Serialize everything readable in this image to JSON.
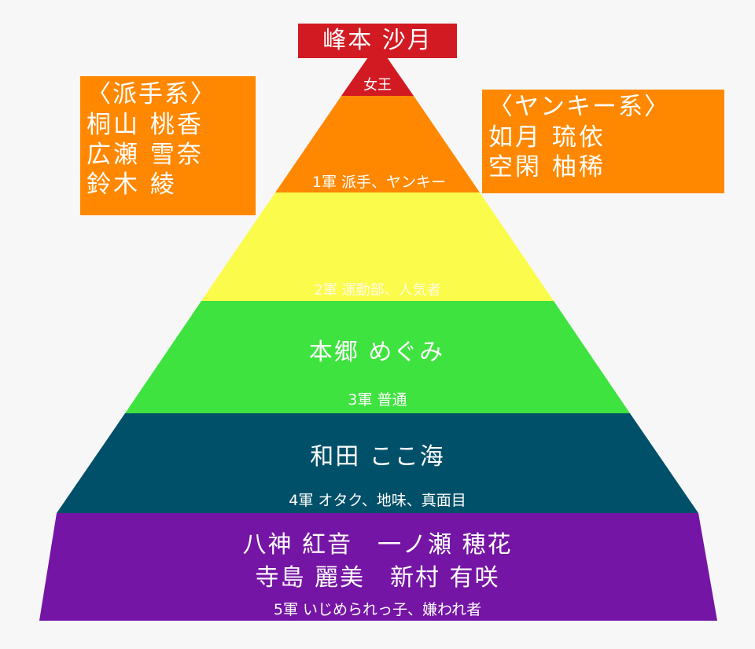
{
  "colors": {
    "queen": "#d21a22",
    "tier1": "#ff8800",
    "tier2": "#fbfb4c",
    "tier3": "#3fe33f",
    "tier4": "#00506a",
    "tier5": "#7515a5",
    "background": "#f7f7f7"
  },
  "queen": {
    "name": "峰本 沙月",
    "rank_label": "女王"
  },
  "tiers": [
    {
      "label": "1軍 派手、ヤンキー",
      "names": []
    },
    {
      "label": "2軍 運動部、人気者",
      "names": []
    },
    {
      "label": "3軍 普通",
      "names": [
        "本郷 めぐみ"
      ]
    },
    {
      "label": "4軍 オタク、地味、真面目",
      "names": [
        "和田 ここ海"
      ]
    },
    {
      "label": "5軍 いじめられっ子、嫌われ者",
      "names": [
        "八神 紅音　一ノ瀬 穂花",
        "寺島 麗美　新村 有咲"
      ]
    }
  ],
  "groups": {
    "flashy": {
      "title": "〈派手系〉",
      "members": [
        "桐山 桃香",
        "広瀬 雪奈",
        "鈴木 綾"
      ]
    },
    "yankee": {
      "title": "〈ヤンキー系〉",
      "members": [
        "如月 琉依",
        "空閑 柚稀"
      ]
    }
  }
}
